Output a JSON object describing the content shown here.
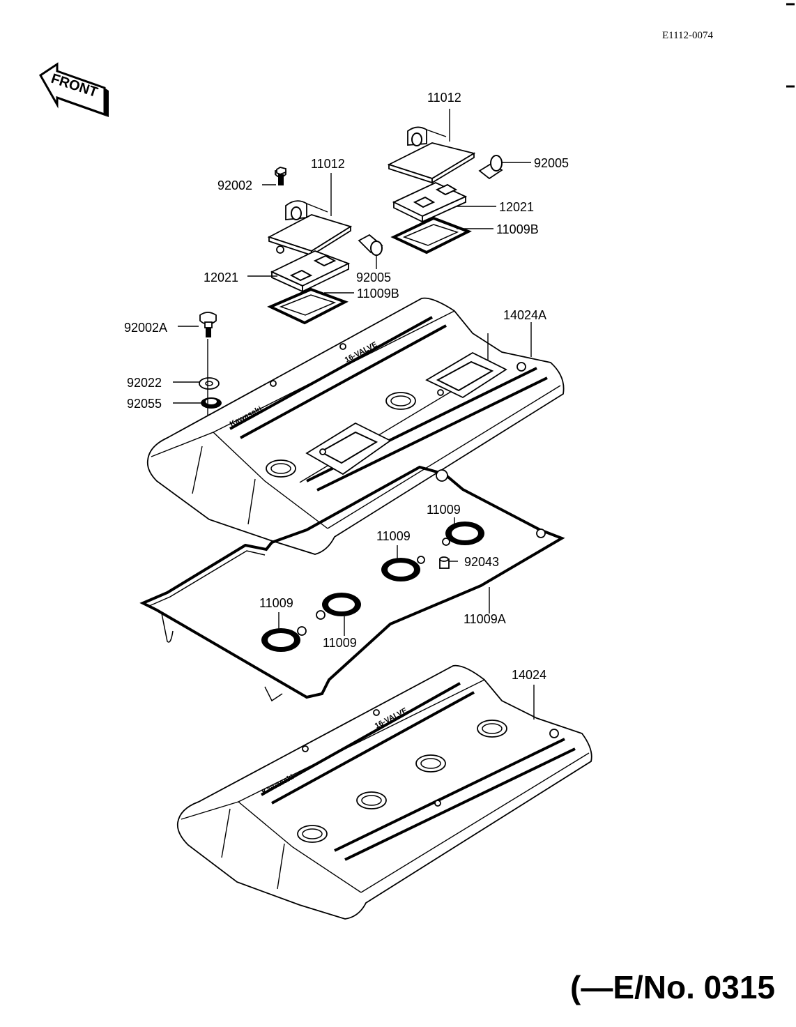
{
  "header": {
    "code": "E1112-0074"
  },
  "front_arrow": {
    "text": "FRONT"
  },
  "covers": {
    "upper_logo": "Kawasaki",
    "upper_text": "16-VALVE",
    "lower_logo": "Kawasaki",
    "lower_text": "16-VALVE"
  },
  "labels": {
    "p11012_right": "11012",
    "p11012_left": "11012",
    "p92002": "92002",
    "p92005_right": "92005",
    "p92005_left": "92005",
    "p12021_right": "12021",
    "p12021_left": "12021",
    "p11009B_right": "11009B",
    "p11009B_left": "11009B",
    "p92002A": "92002A",
    "p14024A": "14024A",
    "p92022": "92022",
    "p92055": "92055",
    "p11009_a": "11009",
    "p11009_b": "11009",
    "p92043": "92043",
    "p11009_c": "11009",
    "p11009_d": "11009",
    "p11009A": "11009A",
    "p14024": "14024"
  },
  "footer": {
    "text": "(—E/No. 0315"
  }
}
